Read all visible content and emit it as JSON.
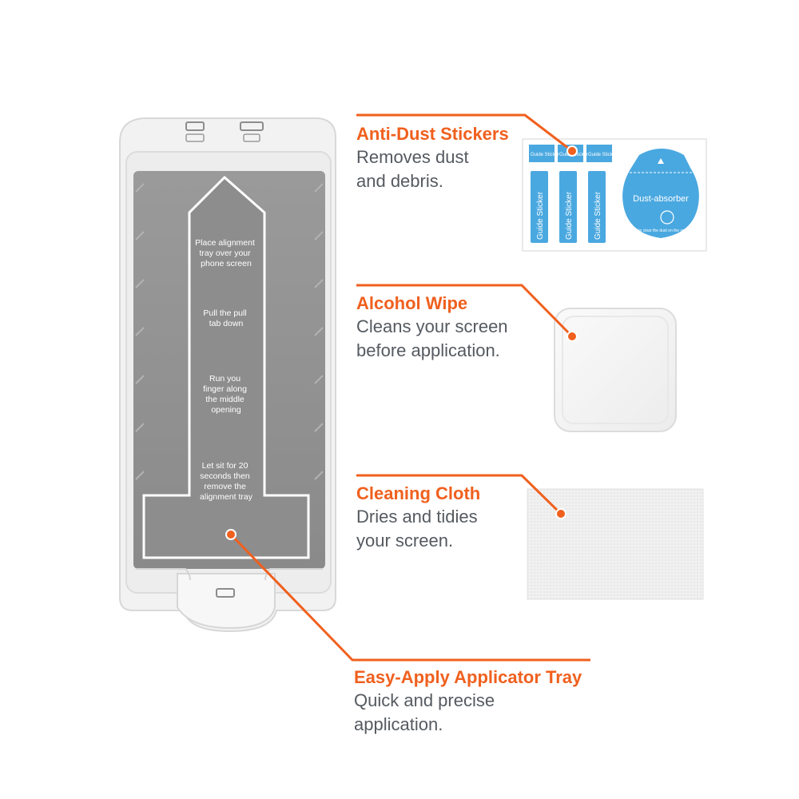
{
  "tray": {
    "step1": [
      "Place alignment",
      "tray over your",
      "phone screen"
    ],
    "step2": [
      "Pull the pull",
      "tab down"
    ],
    "step3": [
      "Run you",
      "finger along",
      "the middle",
      "opening"
    ],
    "step4": [
      "Let sit for 20",
      "seconds then",
      "remove the",
      "alignment tray"
    ]
  },
  "items": {
    "stickers": {
      "title": "Anti-Dust Stickers",
      "desc": [
        "Removes dust",
        "and debris."
      ]
    },
    "wipe": {
      "title": "Alcohol Wipe",
      "desc": [
        "Cleans your screen",
        "before application."
      ]
    },
    "cloth": {
      "title": "Cleaning Cloth",
      "desc": [
        "Dries and tidies",
        "your screen."
      ]
    },
    "tray": {
      "title": "Easy-Apply Applicator Tray",
      "desc": [
        "Quick and precise",
        "application."
      ]
    }
  },
  "sticker_labels": {
    "small": "Guide Sticker",
    "vertical": "Guide Sticker",
    "absorber": "Dust-absorber",
    "absorber_note": "Used to clear the dust on the screen."
  },
  "colors": {
    "accent": "#f0601e",
    "text": "#555a60",
    "sticker_blue": "#4aa8e0"
  }
}
